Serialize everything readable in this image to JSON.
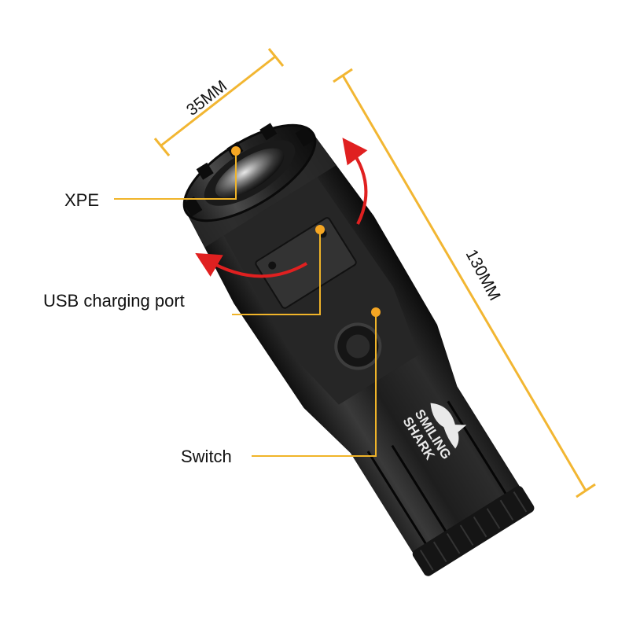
{
  "dimensions": {
    "width_label": "35MM",
    "length_label": "130MM"
  },
  "callouts": {
    "led": "XPE",
    "usb": "USB charging port",
    "switch": "Switch"
  },
  "brand": {
    "line1": "SMILING",
    "line2": "SHARK"
  },
  "colors": {
    "dimension_line": "#f2b632",
    "callout_line": "#f0b429",
    "callout_dot": "#f5a623",
    "rotate_arrow": "#e02020",
    "body": "#1c1c1c"
  }
}
